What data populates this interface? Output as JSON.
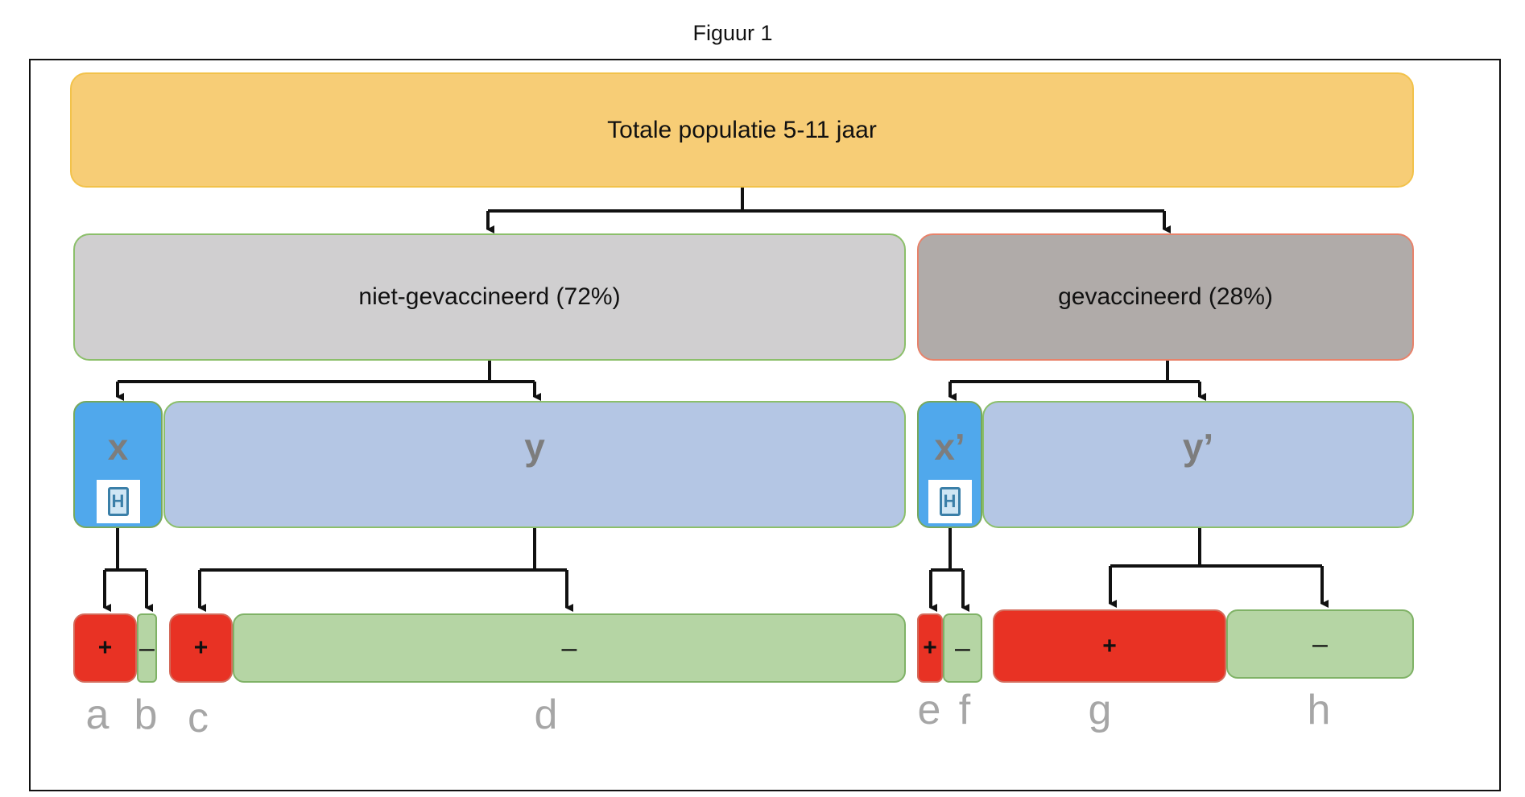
{
  "figure_title": "Figuur 1",
  "root_label": "Totale populatie 5-11 jaar",
  "groups": {
    "unvaccinated": {
      "label": "niet-gevaccineerd (72%)",
      "color": "#d0cfd0"
    },
    "vaccinated": {
      "label": "gevaccineerd (28%)",
      "color": "#b0aba9"
    }
  },
  "subgroups": {
    "hospitalized_unvac": "x",
    "not_hospitalized_unvac": "y",
    "hospitalized_vac": "x’",
    "not_hospitalized_vac": "y’"
  },
  "icons": {
    "hospital": "hospital-icon"
  },
  "outcomes": {
    "positive_symbol": "+",
    "negative_symbol": "–",
    "positive_color": "#e83224",
    "negative_color": "#b5d5a4"
  },
  "leaf_letters": [
    "a",
    "b",
    "c",
    "d",
    "e",
    "f",
    "g",
    "h"
  ]
}
